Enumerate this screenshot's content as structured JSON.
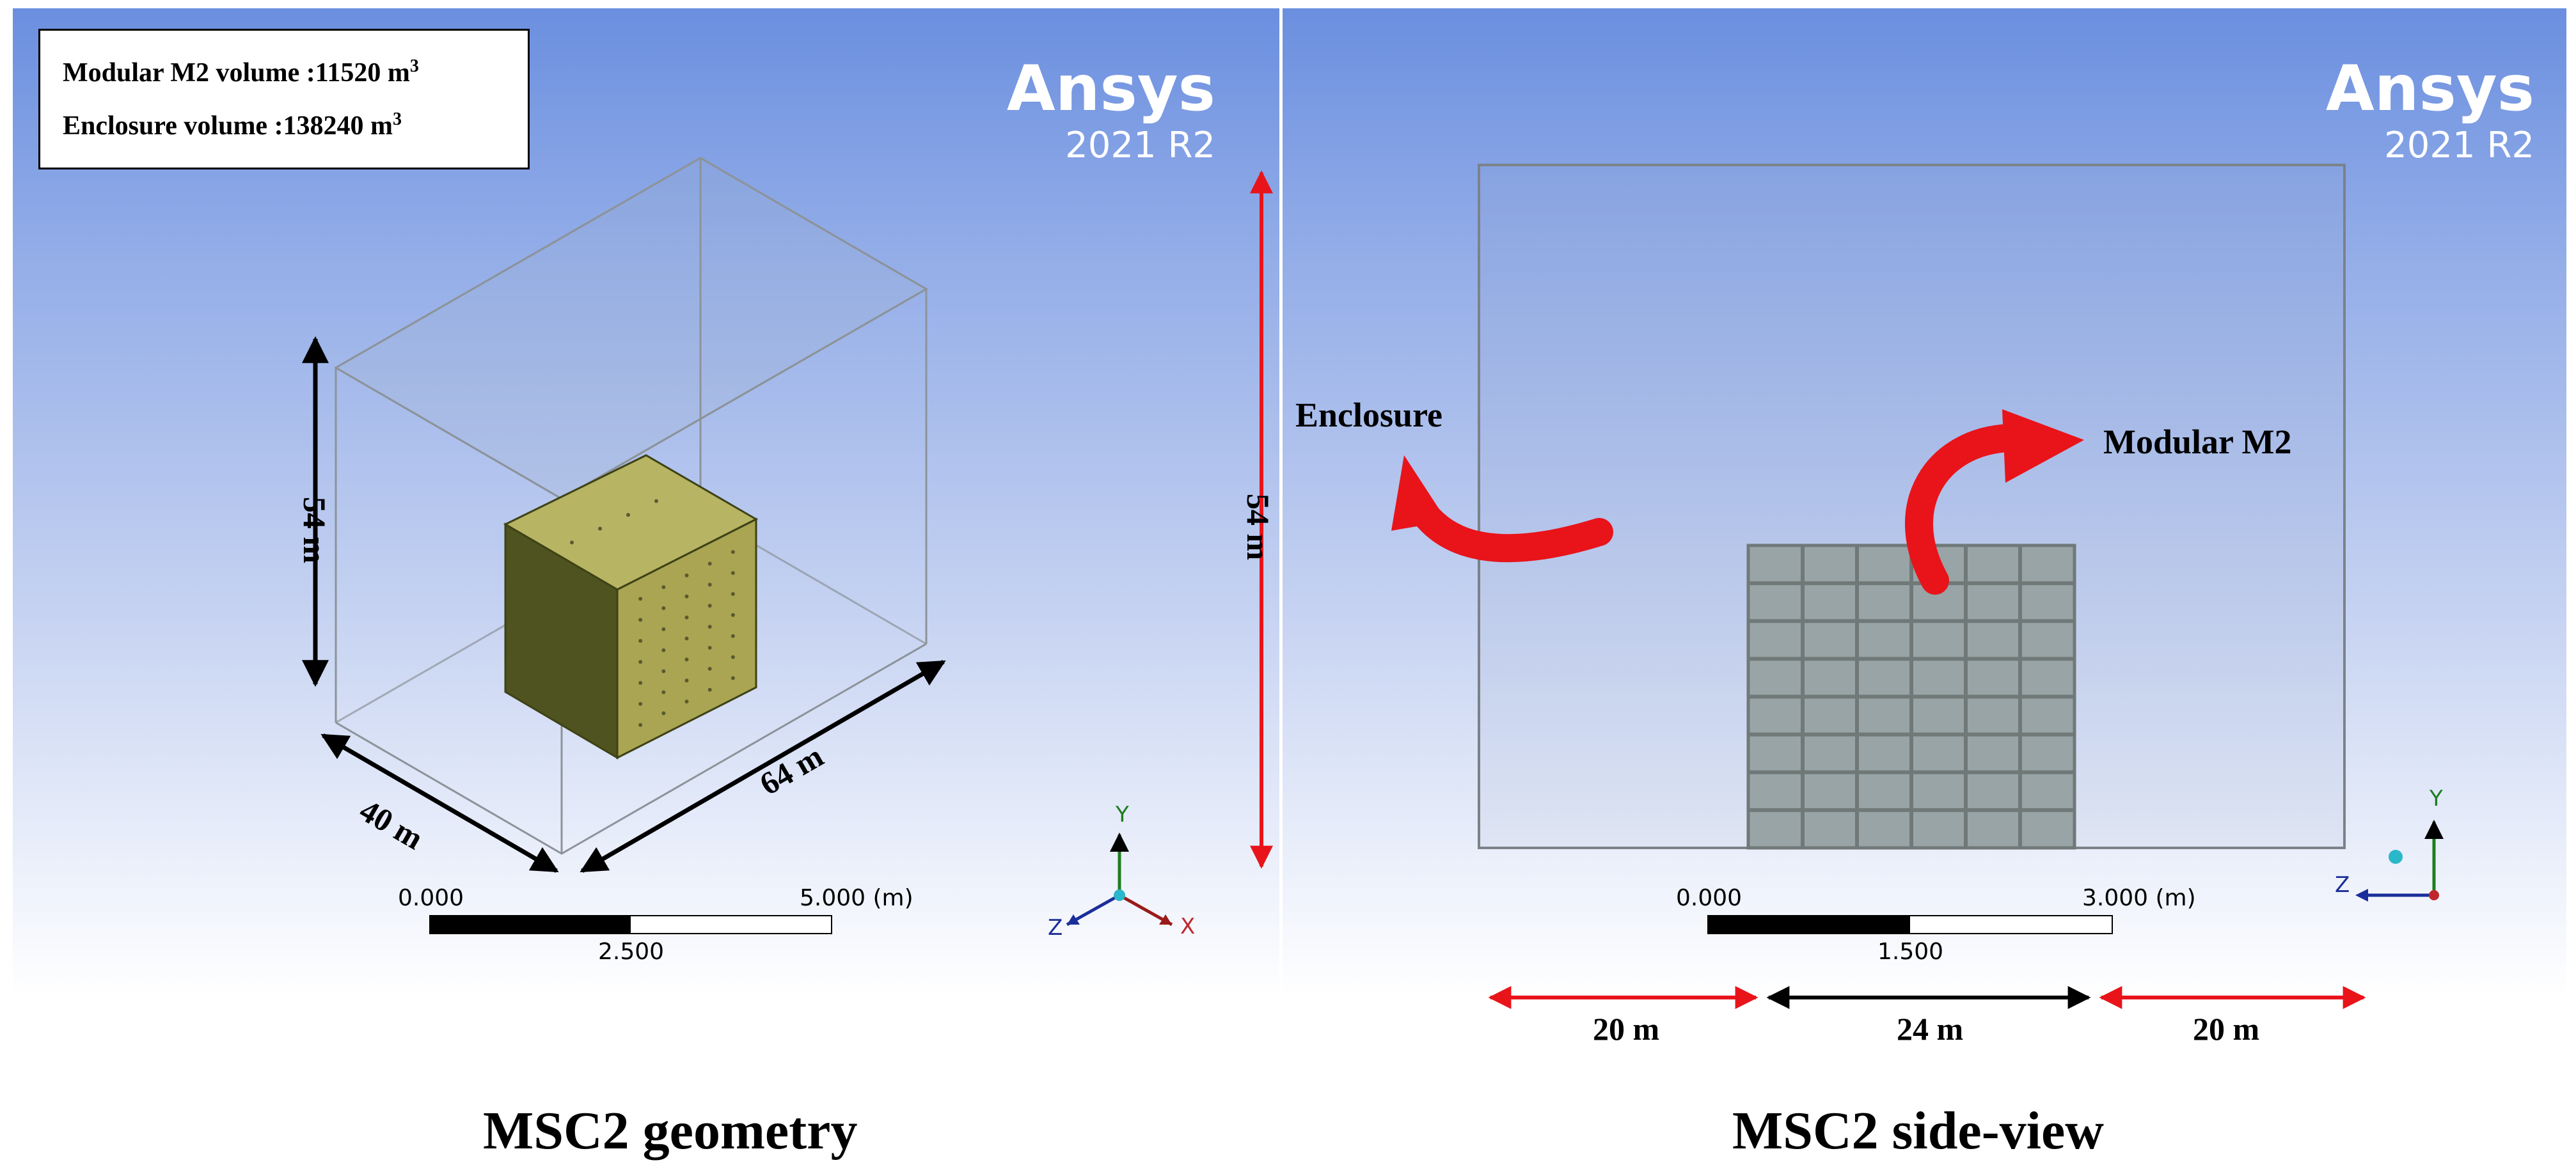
{
  "left_panel": {
    "brand": "Ansys",
    "version": "2021 R2",
    "info": {
      "line1": "Modular M2 volume :11520 m",
      "line1_sup": "3",
      "line2": "Enclosure volume :138240 m",
      "line2_sup": "3"
    },
    "dims": {
      "height": "54 m",
      "depth": "40 m",
      "width": "64 m"
    },
    "scale": {
      "start": "0.000",
      "end": "5.000 (m)",
      "mid": "2.500"
    },
    "triad": {
      "x": "X",
      "y": "Y",
      "z": "Z"
    },
    "caption": "MSC2 geometry"
  },
  "right_panel": {
    "brand": "Ansys",
    "version": "2021 R2",
    "labels": {
      "enclosure": "Enclosure",
      "module": "Modular M2"
    },
    "dims": {
      "height": "54 m",
      "left": "20 m",
      "middle": "24 m",
      "right": "20 m"
    },
    "scale": {
      "start": "0.000",
      "end": "3.000 (m)",
      "mid": "1.500"
    },
    "triad": {
      "y": "Y",
      "z": "Z"
    },
    "caption": "MSC2 side-view"
  },
  "colors": {
    "arrow_red": "#e8141a",
    "module_face_top": "#b7b463",
    "module_face_front": "#4f5320",
    "module_face_side": "#a9a552",
    "side_module": "#98a4a6"
  }
}
